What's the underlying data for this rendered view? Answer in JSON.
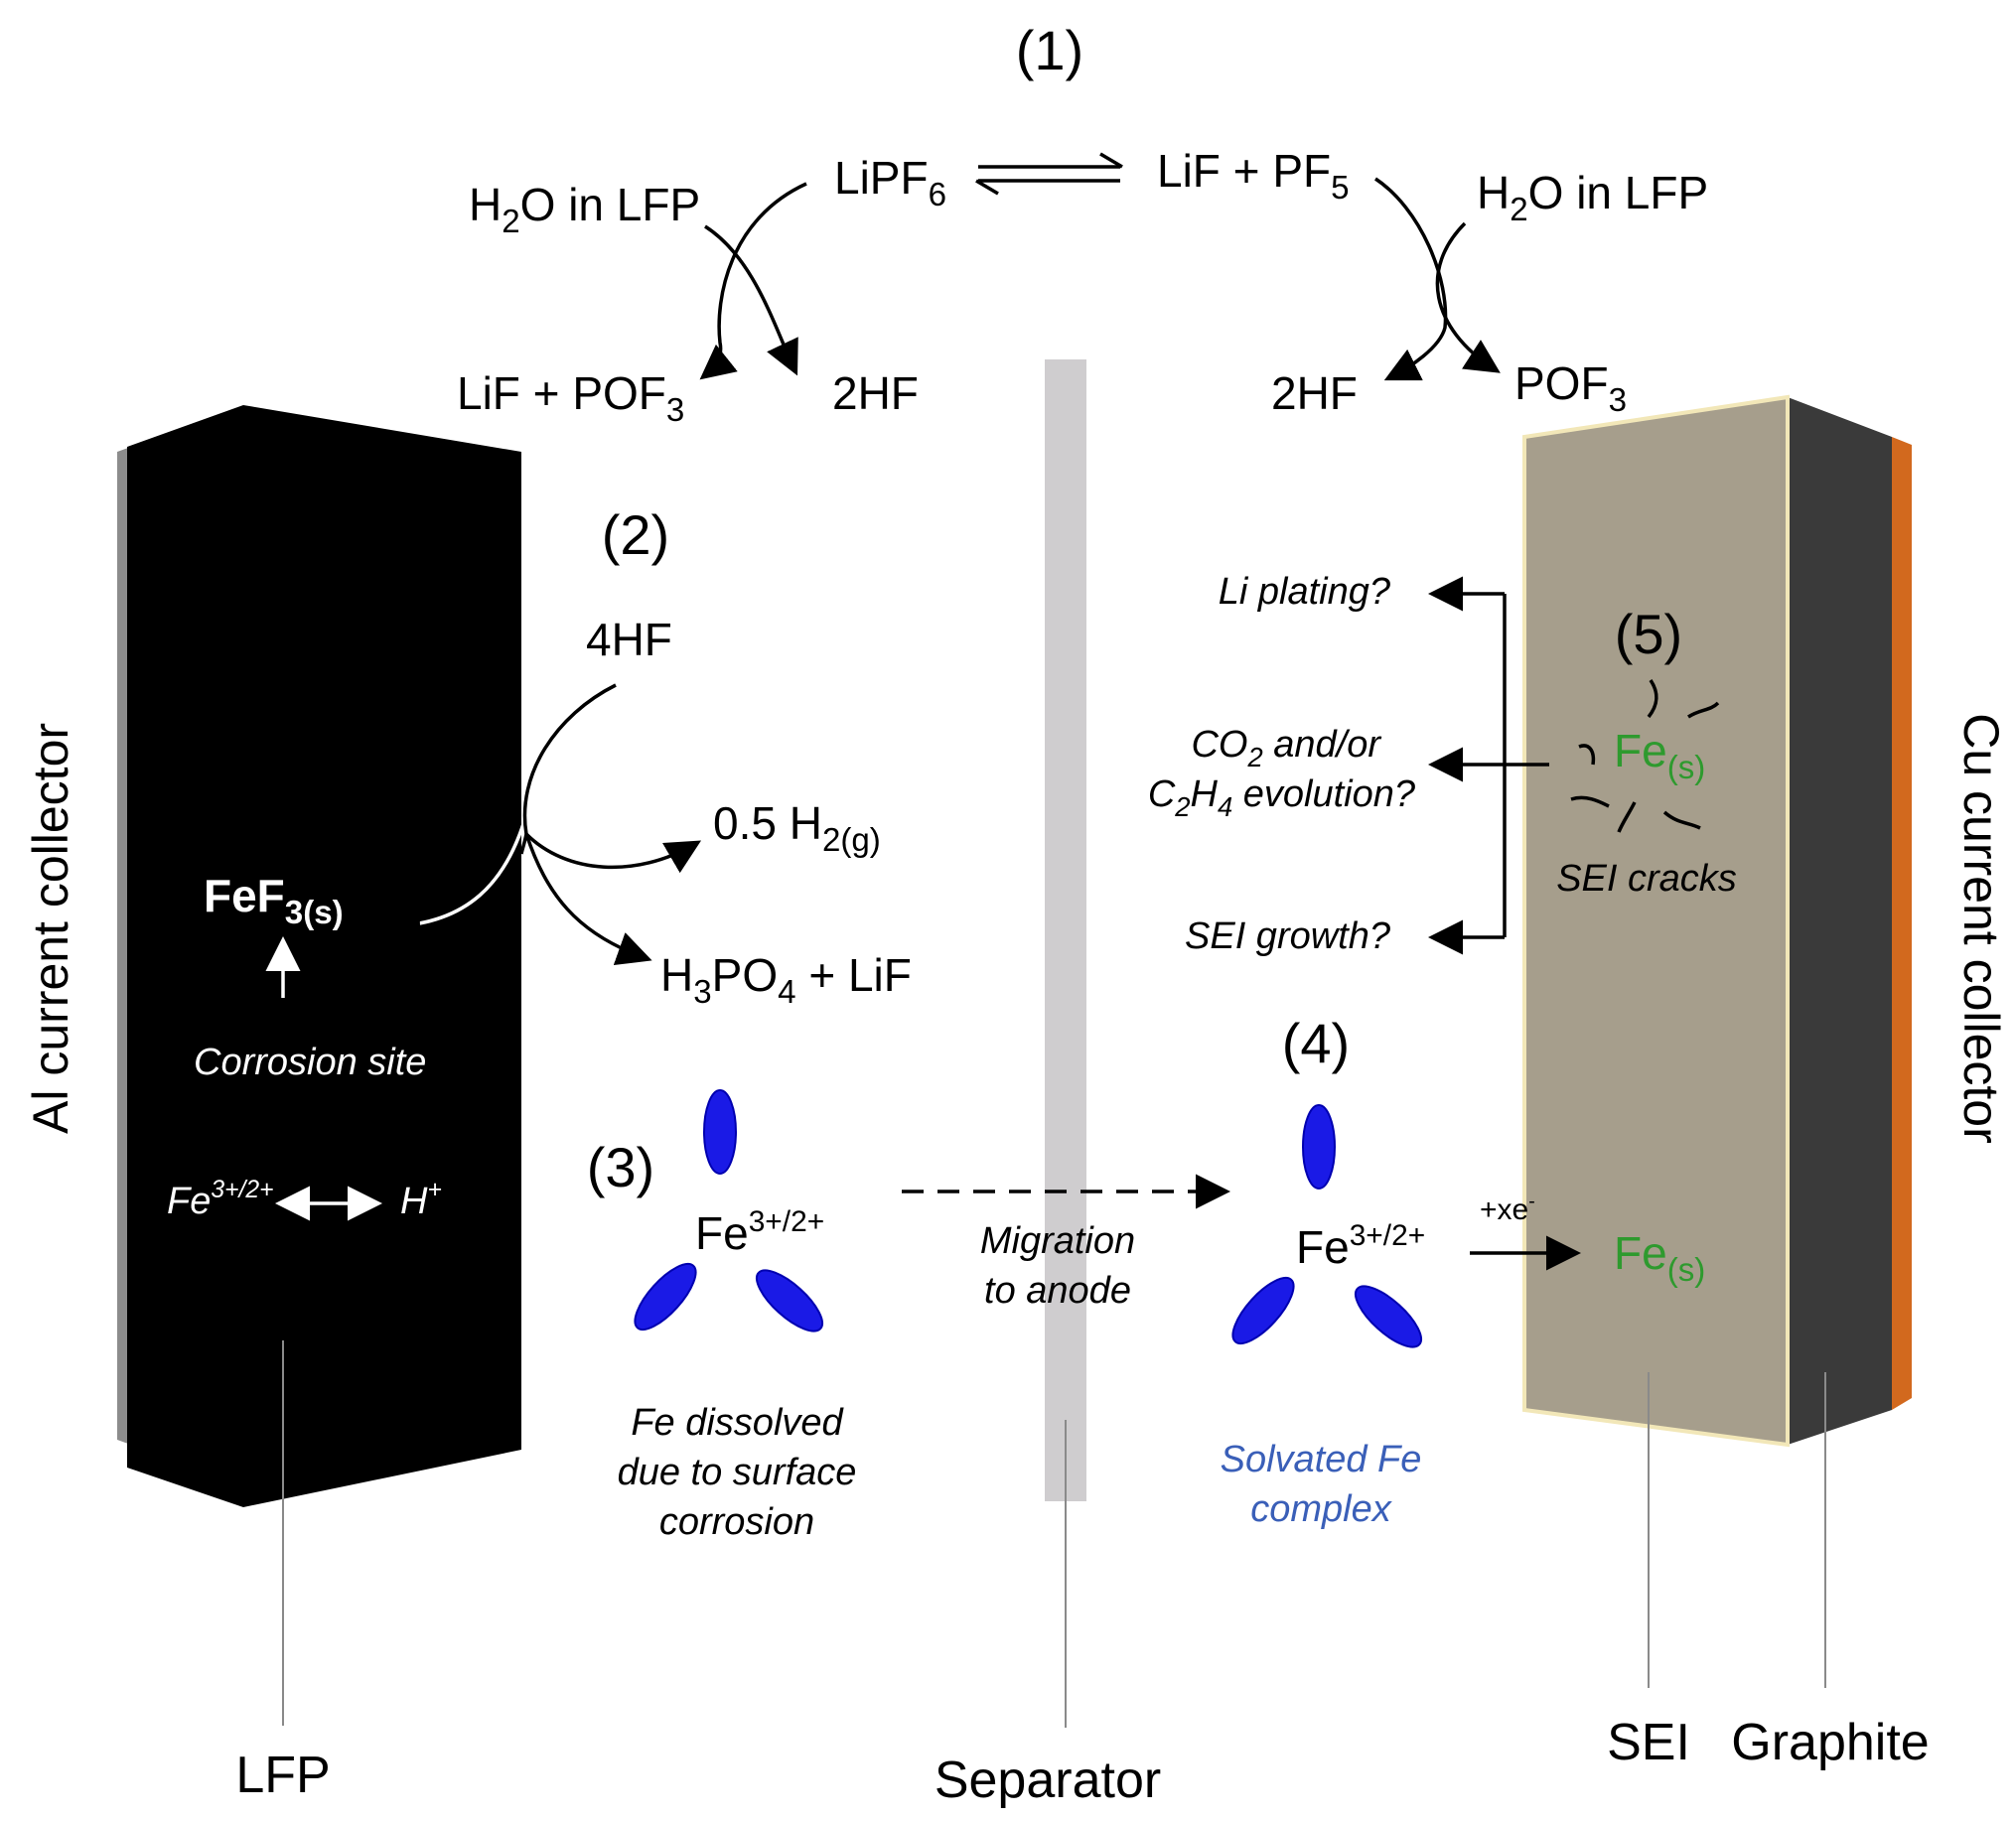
{
  "steps": {
    "s1": "(1)",
    "s2": "(2)",
    "s3": "(3)",
    "s4": "(4)",
    "s5": "(5)"
  },
  "reaction1": {
    "lipf6": "LiPF",
    "lipf6_sub": "6",
    "lif_pf5_a": "LiF + PF",
    "lif_pf5_sub": "5",
    "h2o_left_a": "H",
    "h2o_left_sub": "2",
    "h2o_left_b": "O in LFP",
    "h2o_right_a": "H",
    "h2o_right_sub": "2",
    "h2o_right_b": "O in LFP",
    "lif_pof3_a": "LiF + POF",
    "lif_pof3_sub": "3",
    "hf_left": "2HF",
    "hf_right": "2HF",
    "pof3_a": "POF",
    "pof3_sub": "3"
  },
  "reaction2": {
    "hf4": "4HF",
    "h2_a": "0.5 H",
    "h2_sub": "2(g)",
    "h3po4_a": "H",
    "h3po4_sub1": "3",
    "h3po4_b": "PO",
    "h3po4_sub2": "4",
    "h3po4_c": " + LiF",
    "fef3_a": "FeF",
    "fef3_sub": "3(s)"
  },
  "lfp_block": {
    "corrosion_site": "Corrosion site",
    "fe_a": "Fe",
    "fe_sup": "3+/2+",
    "h_a": "H",
    "h_sup": "+"
  },
  "step3": {
    "fe_a": "Fe",
    "fe_sup": "3+/2+",
    "caption_1": "Fe dissolved",
    "caption_2": "due to surface",
    "caption_3": "corrosion"
  },
  "migration": {
    "line1": "Migration",
    "line2": "to anode"
  },
  "step4": {
    "fe_a": "Fe",
    "fe_sup": "3+/2+",
    "xe_a": "+xe",
    "xe_sup": "-",
    "fe_s_a": "Fe",
    "fe_s_sub": "(s)",
    "caption_1": "Solvated Fe",
    "caption_2": "complex"
  },
  "step5": {
    "li_plating": "Li plating?",
    "co2_a": "CO",
    "co2_sub": "2",
    "co2_b": " and/or",
    "c2h4_a": "C",
    "c2h4_sub1": "2",
    "c2h4_b": "H",
    "c2h4_sub2": "4",
    "c2h4_c": " evolution?",
    "sei_growth": "SEI growth?",
    "fe_s_a": "Fe",
    "fe_s_sub": "(s)",
    "sei_cracks": "SEI cracks"
  },
  "labels": {
    "al_collector": "Al current collector",
    "cu_collector": "Cu current collector",
    "lfp": "LFP",
    "separator": "Separator",
    "sei": "SEI",
    "graphite": "Graphite"
  },
  "colors": {
    "lfp": "#000000",
    "al_edge": "#8c8c8c",
    "separator": "#cfcdcf",
    "sei": "#a69e8c",
    "graphite": "#3a3a3a",
    "copper": "#d2691e",
    "ligand": "#1a1ae6",
    "fe_metal": "#2e9a2e",
    "solvated_caption": "#3a5fb8"
  }
}
